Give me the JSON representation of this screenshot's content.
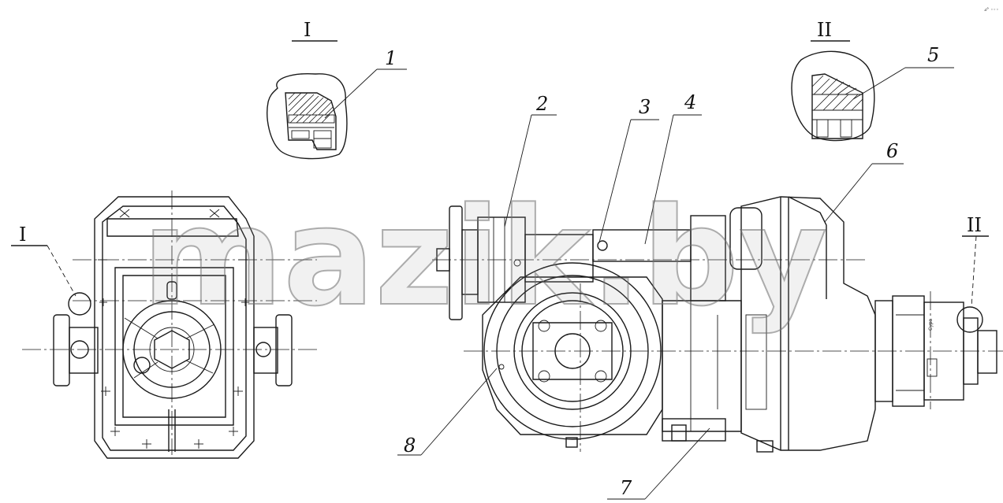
{
  "watermark": "mazik.by",
  "corner_mark": "ⅎ° ◦◦◦",
  "detail_views": [
    {
      "id": "I",
      "label": "I"
    },
    {
      "id": "II",
      "label": "II"
    }
  ],
  "view_refs": [
    {
      "label": "I"
    },
    {
      "label": "II"
    }
  ],
  "callouts": [
    {
      "number": "1"
    },
    {
      "number": "2"
    },
    {
      "number": "3"
    },
    {
      "number": "4"
    },
    {
      "number": "5"
    },
    {
      "number": "6"
    },
    {
      "number": "7"
    },
    {
      "number": "8"
    }
  ],
  "small_mark": "Сура"
}
